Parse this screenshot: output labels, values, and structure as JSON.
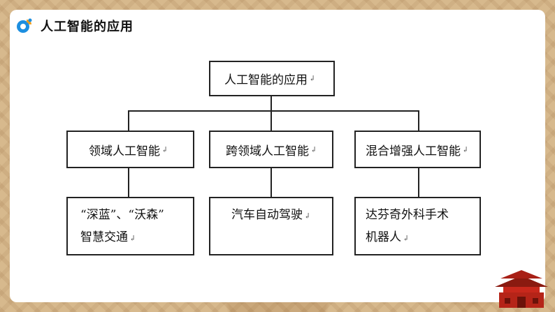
{
  "header": {
    "title": "人工智能的应用"
  },
  "diagram": {
    "root": "人工智能的应用",
    "paragraph_mark": "↲",
    "branches": [
      {
        "label": "领域人工智能",
        "children": [
          "“深蓝”、“沃森”",
          "智慧交通"
        ]
      },
      {
        "label": "跨领域人工智能",
        "children": [
          "汽车自动驾驶"
        ]
      },
      {
        "label": "混合增强人工智能",
        "children": [
          "达芬奇外科手术",
          "机器人"
        ]
      }
    ]
  },
  "colors": {
    "accent_blue": "#1d8fe0",
    "accent_orange": "#f0a020",
    "building_red": "#c8281c"
  }
}
